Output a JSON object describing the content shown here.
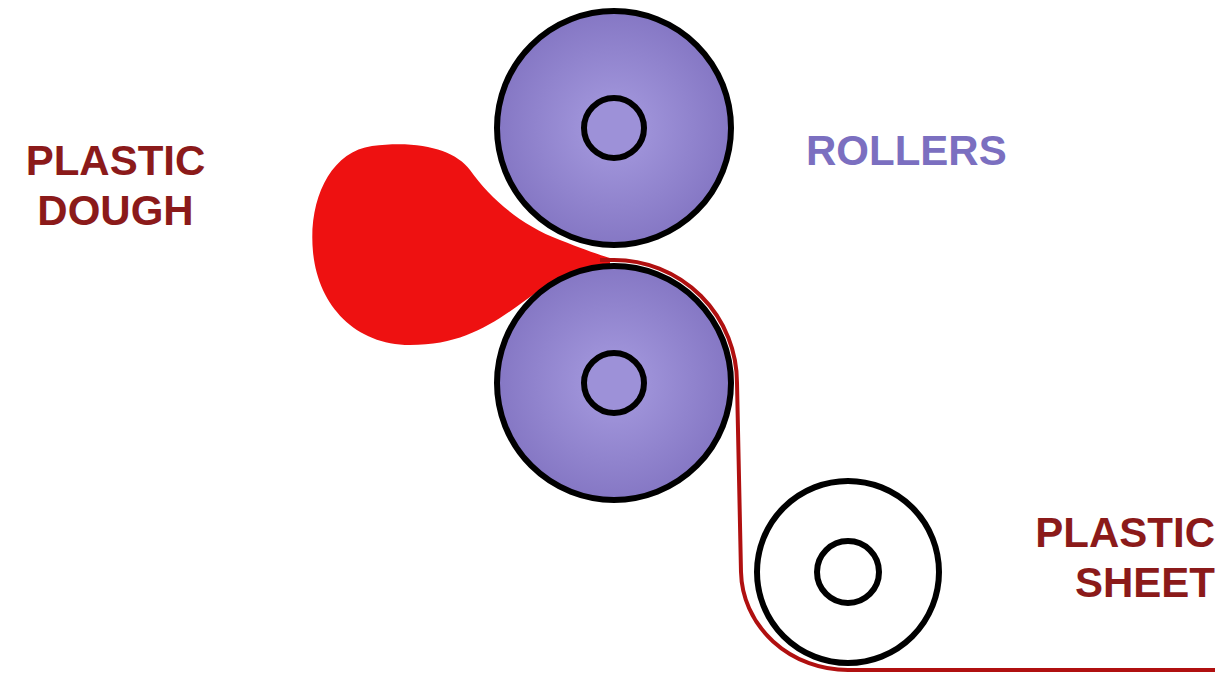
{
  "diagram": {
    "labels": [
      "PLASTIC DOUGH",
      "ROLLERS",
      "PLASTIC SHEET"
    ]
  }
}
